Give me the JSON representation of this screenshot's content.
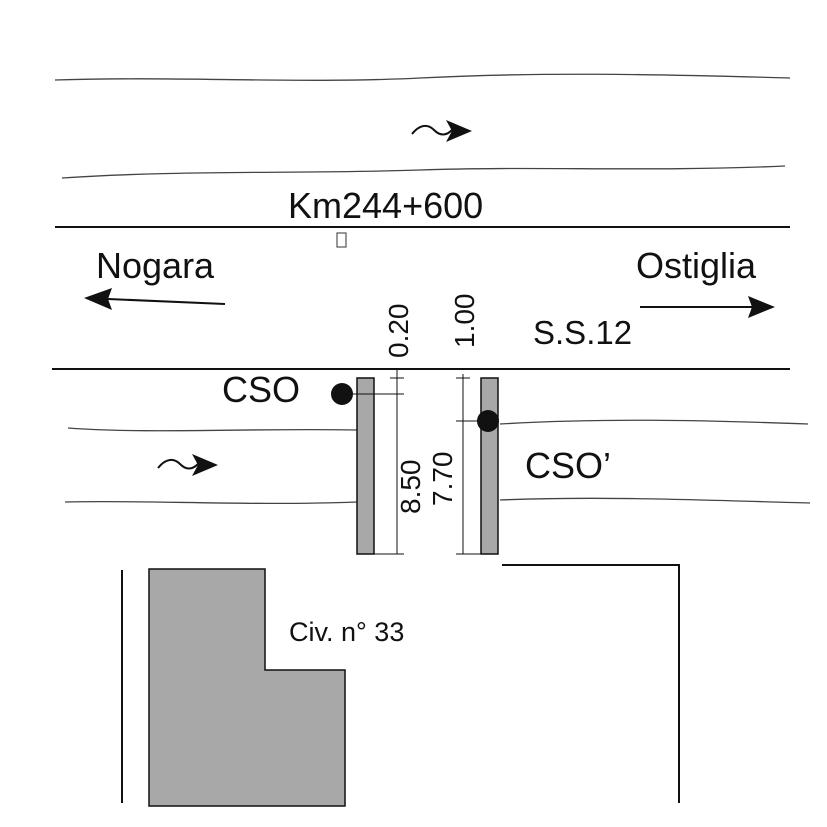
{
  "labels": {
    "km_marker": "Km244+600",
    "left_destination": "Nogara",
    "right_destination": "Ostiglia",
    "road_name": "S.S.12",
    "cso": "CSO",
    "cso_prime": "CSO’",
    "civic_number": "Civ. n° 33"
  },
  "dimensions": {
    "offset_left": "0.20",
    "offset_right": "1.00",
    "length_left": "8.50",
    "length_right": "7.70"
  },
  "colors": {
    "line": "#111111",
    "fill_gray": "#a8a8a8",
    "background": "#ffffff"
  }
}
